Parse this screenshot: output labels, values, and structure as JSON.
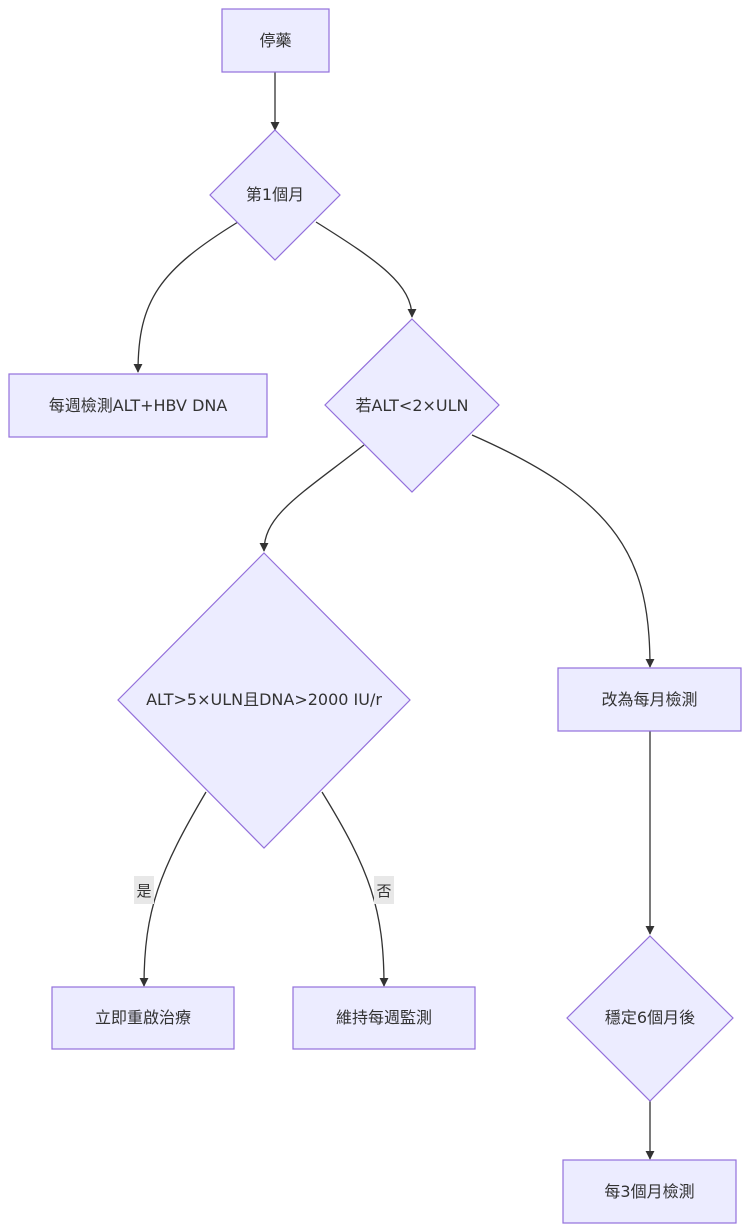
{
  "nodes": {
    "stop": "停藥",
    "month1": "第1個月",
    "weekly_test": "每週檢測ALT+HBV DNA",
    "alt_check": "若ALT<2×ULN",
    "criteria": "ALT>5×ULN且DNA>2000 IU/r",
    "monthly": "改為每月檢測",
    "restart": "立即重啟治療",
    "keep_weekly": "維持每週監測",
    "stable6": "穩定6個月後",
    "every3": "每3個月檢測"
  },
  "edges": {
    "yes": "是",
    "no": "否"
  },
  "colors": {
    "node_fill": "#ECECFF",
    "node_stroke": "#9370DB",
    "edge": "#333333"
  }
}
